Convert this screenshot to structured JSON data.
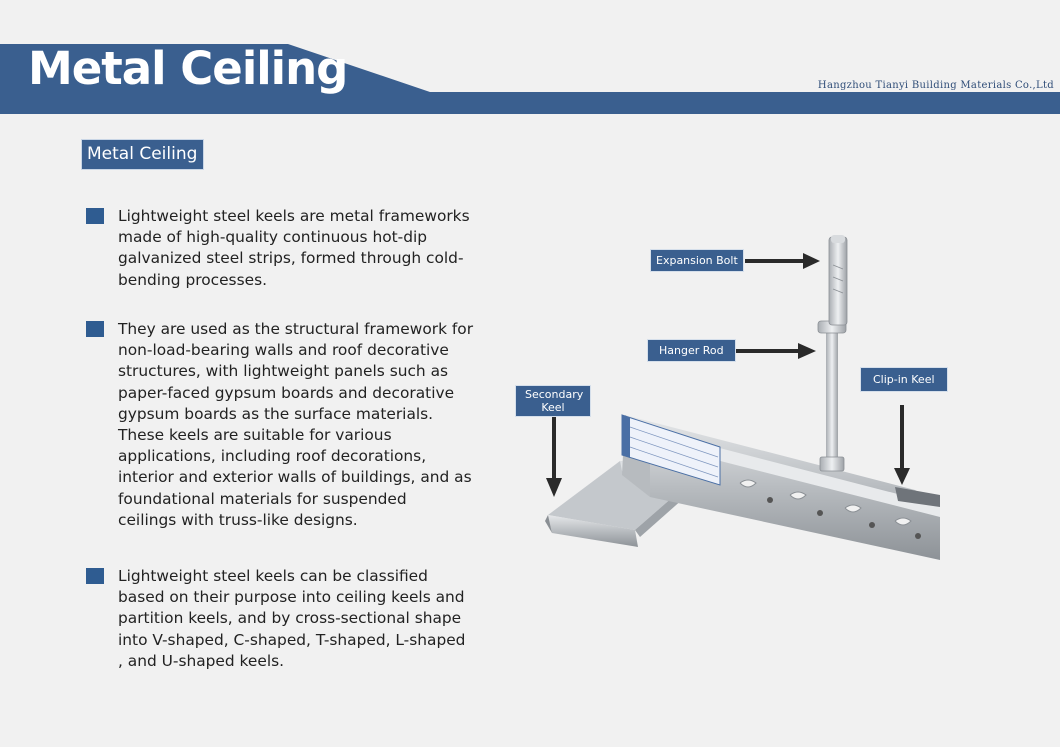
{
  "header": {
    "title": "Metal Ceiling",
    "company": "Hangzhou Tianyi Building Materials Co.,Ltd",
    "colors": {
      "banner": "#3a5f8f",
      "accent": "#2f5c91"
    }
  },
  "section_label": "Metal Ceiling",
  "bullets": [
    {
      "text": "Lightweight steel keels are metal frameworks\nmade of high-quality continuous hot-dip\ngalvanized steel strips, formed through cold-\nbending processes."
    },
    {
      "text": "They are used as the structural framework for\n non-load-bearing walls and roof decorative\nstructures, with lightweight panels such as\npaper-faced gypsum boards and decorative\ngypsum boards as the surface materials.\nThese keels are suitable for various\napplications, including roof decorations,\ninterior and exterior walls of buildings, and as\n foundational materials for suspended\nceilings with truss-like designs."
    },
    {
      "text": "Lightweight steel keels can be classified\nbased on their purpose into ceiling keels and\npartition keels, and by cross-sectional shape\ninto V-shaped, C-shaped, T-shaped, L-shaped\n, and U-shaped keels."
    }
  ],
  "diagram_labels": {
    "expansion_bolt": "Expansion Bolt",
    "hanger_rod": "Hanger Rod",
    "clip_in_keel": "Clip-in Keel",
    "secondary_keel": "Secondary\nKeel"
  }
}
